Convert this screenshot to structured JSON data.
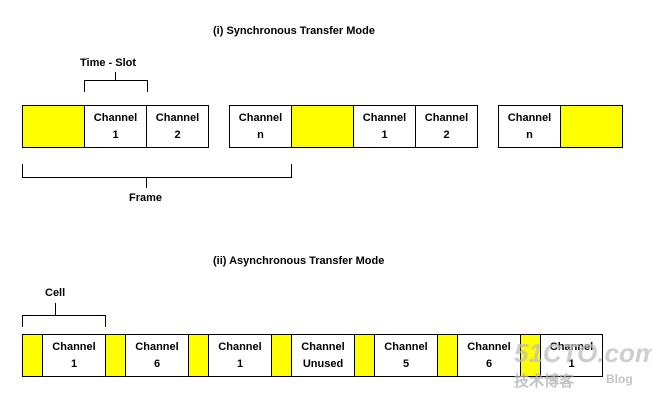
{
  "sync": {
    "title": "(i) Synchronous Transfer Mode",
    "time_slot_label": "Time - Slot",
    "frame_label": "Frame",
    "cells": [
      {
        "fill": "yellow"
      },
      {
        "line1": "Channel",
        "line2": "1",
        "fill": "white"
      },
      {
        "line1": "Channel",
        "line2": "2",
        "fill": "white"
      },
      {
        "line1": "Channel",
        "line2": "n",
        "fill": "white"
      },
      {
        "fill": "yellow"
      },
      {
        "line1": "Channel",
        "line2": "1",
        "fill": "white"
      },
      {
        "line1": "Channel",
        "line2": "2",
        "fill": "white"
      },
      {
        "line1": "Channel",
        "line2": "n",
        "fill": "white"
      },
      {
        "fill": "yellow"
      }
    ]
  },
  "async": {
    "title": "(ii) Asynchronous Transfer Mode",
    "cell_label": "Cell",
    "cells": [
      {
        "line1": "Channel",
        "line2": "1"
      },
      {
        "line1": "Channel",
        "line2": "6"
      },
      {
        "line1": "Channel",
        "line2": "1"
      },
      {
        "line1": "Channel",
        "line2": "Unused"
      },
      {
        "line1": "Channel",
        "line2": "5"
      },
      {
        "line1": "Channel",
        "line2": "6"
      },
      {
        "line1": "Channel",
        "line2": "1"
      }
    ]
  },
  "colors": {
    "header": "#ffff00",
    "cell": "#ffffff",
    "line": "#000000"
  },
  "watermark": {
    "main": "51CTO.com",
    "sub": "技术博客",
    "blog": "Blog"
  }
}
